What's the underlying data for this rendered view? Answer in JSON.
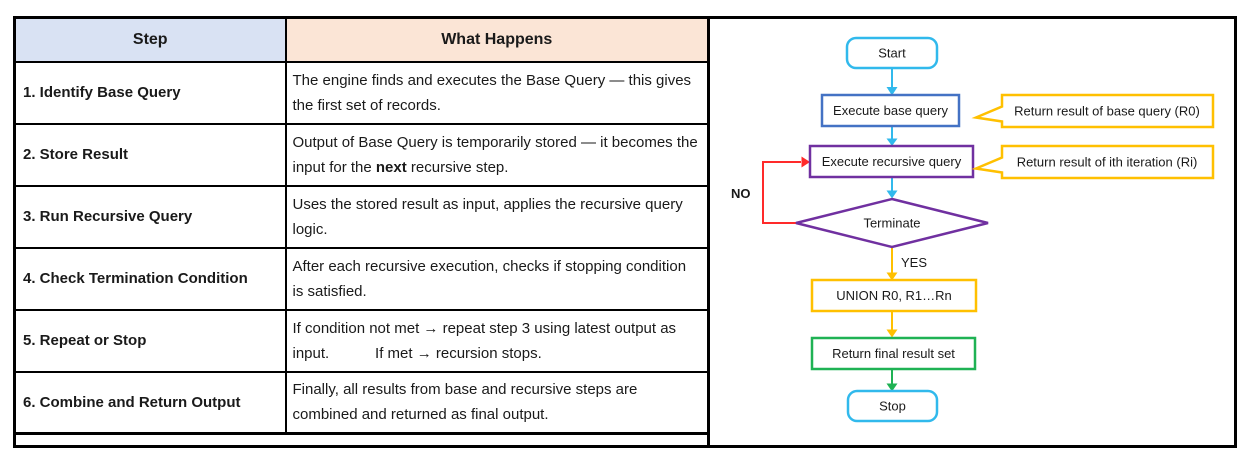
{
  "table": {
    "headers": {
      "step": "Step",
      "what_happens": "What Happens"
    },
    "rows": [
      {
        "step": "1. Identify Base Query",
        "desc_pre": "The engine finds and executes the Base Query — this gives the first set of records.",
        "desc_bold": "",
        "desc_post": ""
      },
      {
        "step": "2. Store Result",
        "desc_pre": "Output of Base Query is temporarily stored — it becomes the input for the ",
        "desc_bold": "next",
        "desc_post": " recursive step."
      },
      {
        "step": "3. Run Recursive Query",
        "desc_pre": "Uses the stored result as input, applies the recursive query logic.",
        "desc_bold": "",
        "desc_post": ""
      },
      {
        "step": "4. Check Termination Condition",
        "desc_pre": "After each recursive execution, checks if stopping condition is satisfied.",
        "desc_bold": "",
        "desc_post": ""
      },
      {
        "step": "5. Repeat or Stop",
        "desc_pre": "If condition not met → repeat step 3 using latest output as input.           If met → recursion stops.",
        "desc_bold": "",
        "desc_post": ""
      },
      {
        "step": "6. Combine and Return Output",
        "desc_pre": "Finally, all results from base and recursive steps are combined and returned as final output.",
        "desc_bold": "",
        "desc_post": ""
      }
    ]
  },
  "flowchart": {
    "nodes": {
      "start": "Start",
      "execute_base": "Execute base query",
      "execute_recursive": "Execute recursive query",
      "terminate": "Terminate",
      "union": "UNION R0, R1…Rn",
      "return_final": "Return final result set",
      "stop": "Stop"
    },
    "callouts": {
      "base_result": "Return result of base query (R0)",
      "iteration_result": "Return result of ith iteration (Ri)"
    },
    "labels": {
      "no": "NO",
      "yes": "YES"
    },
    "colors": {
      "cyan": "#31B9EC",
      "blue": "#4472C4",
      "purple": "#7030A0",
      "orange": "#FFC000",
      "green": "#1FB254",
      "red": "#FF2A2A"
    }
  },
  "colors": {
    "header_step_bg": "#D9E2F3",
    "header_what_bg": "#FBE5D6",
    "border": "#000000"
  }
}
